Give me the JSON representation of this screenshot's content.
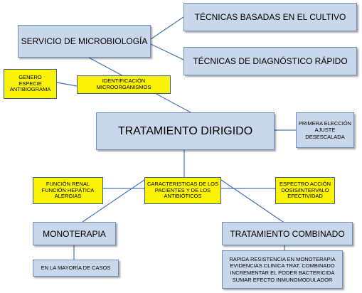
{
  "diagram": {
    "servicio": "SERVICIO DE MICROBIOLOGÍA",
    "tecnicas_cultivo": "TÉCNICAS BASADAS EN EL CULTIVO",
    "tecnicas_rapido": "TÉCNICAS DE DIAGNÓSTICO RÁPIDO",
    "genero": [
      "GENERO",
      "ESPECIE",
      "ANTIBIOGRAMA"
    ],
    "identificacion": [
      "IDENTIFICACIÓN",
      "MICROORGANISMOS"
    ],
    "tratamiento_dirigido": "TRATAMIENTO DIRIGIDO",
    "primera_eleccion": [
      "PRIMERA ELECCIÓN",
      "AJUSTE",
      "DESESCALADA"
    ],
    "funcion_renal": [
      "FUNCIÓN  RENAL",
      "FUNCIÓN  HEPÁTICA",
      "ALERGIAS"
    ],
    "caracteristicas": [
      "CARACTERISTICAS DE LOS",
      "PACIENTES Y DE LOS",
      "ANTIBIÓTICOS"
    ],
    "espectro": [
      "ESPECTRO ACCIÓN",
      "DOSIS/INTERVALO",
      "EFECTIVIDAD"
    ],
    "monoterapia": "MONOTERAPIA",
    "tratamiento_combinado": "TRATAMIENTO COMBINADO",
    "mayoria_casos": "EN LA MAYORÍA DE CASOS",
    "combinado_razones": [
      "RAPIDA RESISTENCIA EN MONOTERAPIA",
      "EVIDENCIAS CLINICA TRAT. COMBINADO",
      "INCREMENTAR  EL PODER BACTERICIDA",
      "SUMAR EFECTO INMUNOMODULADOR"
    ]
  },
  "colors": {
    "box_blue": "#c9d7ea",
    "box_border": "#6f8fc1",
    "highlight_yellow": "#fbf306",
    "connector": "#4a72b5"
  }
}
